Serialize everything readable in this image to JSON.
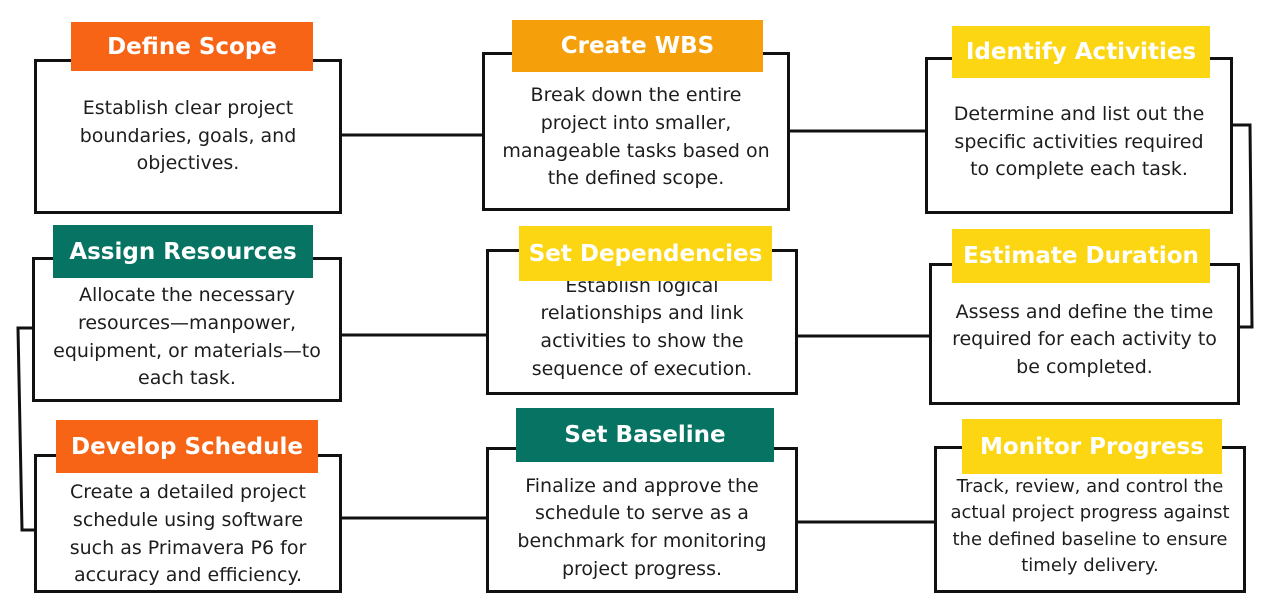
{
  "colors": {
    "orange": "#f76416",
    "amber": "#f5a00a",
    "yellow": "#fdd613",
    "teal": "#067363",
    "line": "#111111"
  },
  "steps": [
    {
      "title": "Define Scope",
      "color": "orange",
      "description": "Establish clear project\nboundaries, goals, and\nobjectives."
    },
    {
      "title": "Create WBS",
      "color": "amber",
      "description": "Break down the entire\nproject into smaller,\nmanageable tasks based on\nthe defined scope."
    },
    {
      "title": "Identify Activities",
      "color": "yellow",
      "description": "Determine and list out the\nspecific activities required\nto complete each task."
    },
    {
      "title": "Assign Resources",
      "color": "teal",
      "description": "Allocate the necessary\nresources—manpower,\nequipment, or materials—to\neach task."
    },
    {
      "title": "Set Dependencies",
      "color": "yellow",
      "description": "Establish logical\nrelationships and link\nactivities to show the\nsequence of execution."
    },
    {
      "title": "Estimate Duration",
      "color": "yellow",
      "description": "Assess and define the time\nrequired for each activity to\nbe completed."
    },
    {
      "title": "Develop Schedule",
      "color": "orange",
      "description": "Create a detailed project\nschedule using software\nsuch as Primavera P6 for\naccuracy and efficiency."
    },
    {
      "title": "Set Baseline",
      "color": "teal",
      "description": "Finalize and approve the\nschedule to serve as a\nbenchmark for monitoring\nproject progress."
    },
    {
      "title": "Monitor Progress",
      "color": "yellow",
      "description": "Track, review, and control the\nactual project progress against\nthe defined baseline to ensure\ntimely delivery."
    }
  ]
}
